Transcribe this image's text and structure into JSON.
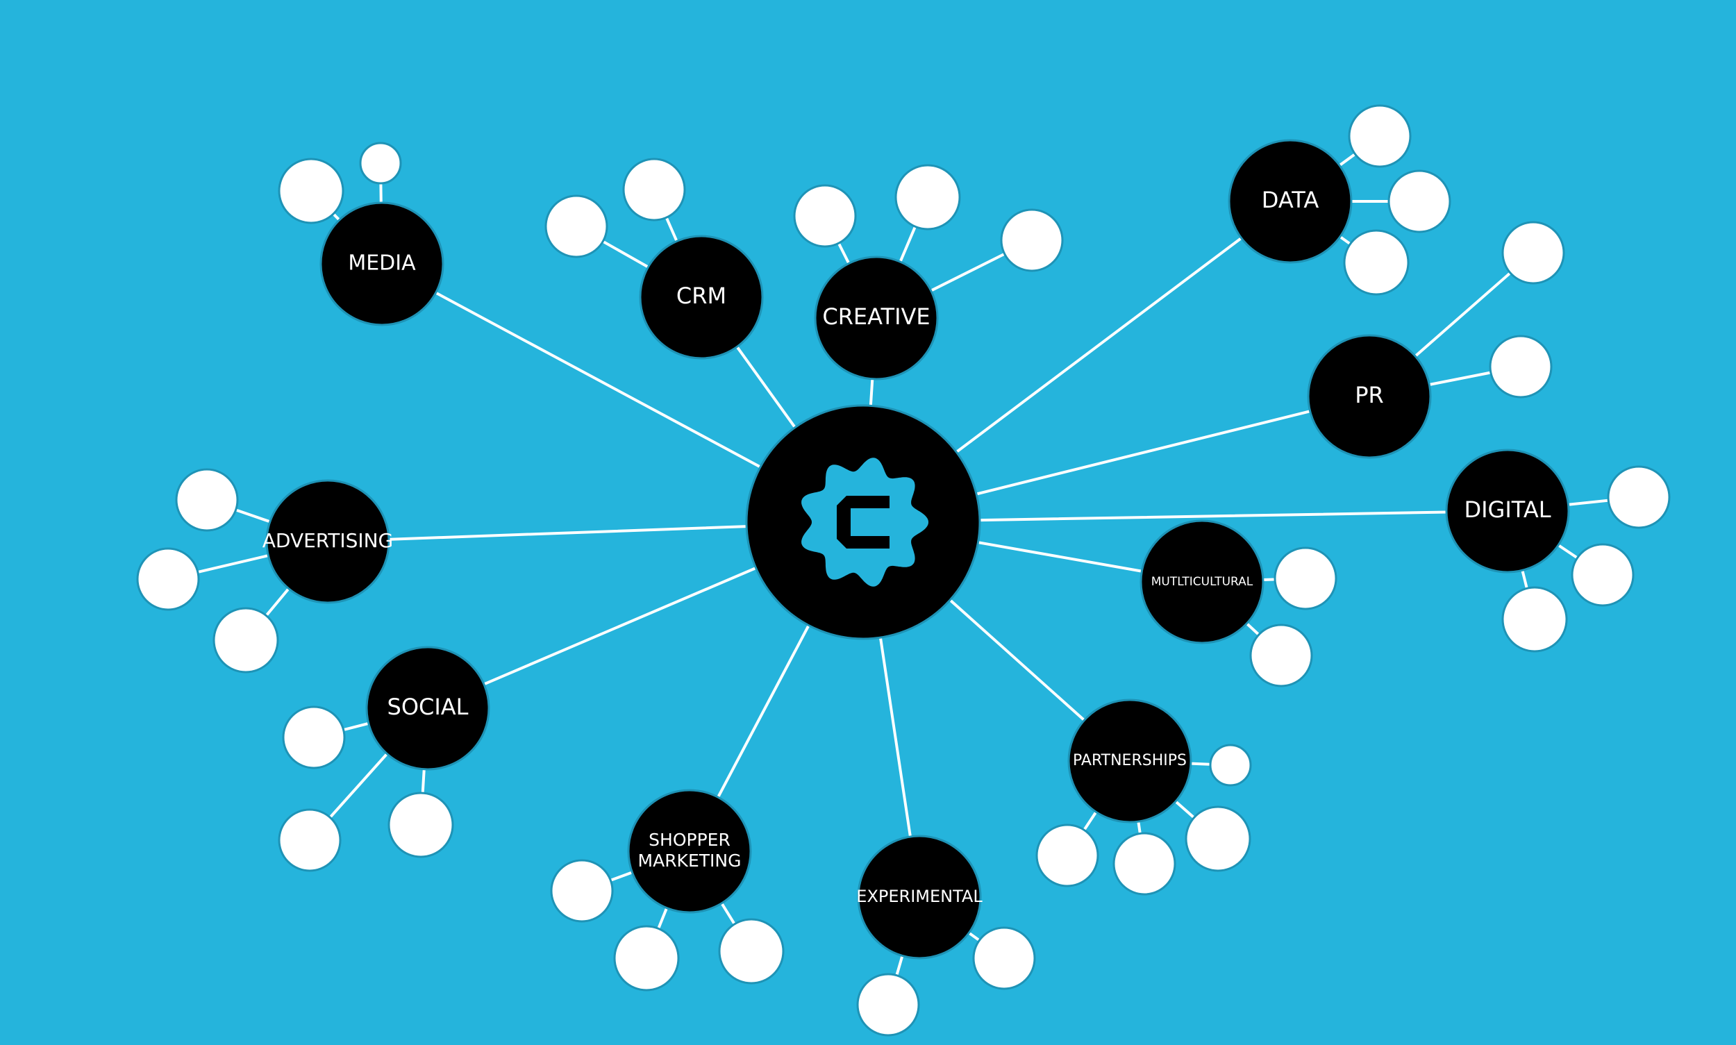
{
  "diagram": {
    "center": {
      "icon": "c-badge-logo-icon"
    },
    "hubs": [
      {
        "id": "media",
        "label": "MEDIA",
        "leaf_count": 2
      },
      {
        "id": "crm",
        "label": "CRM",
        "leaf_count": 2
      },
      {
        "id": "creative",
        "label": "CREATIVE",
        "leaf_count": 3
      },
      {
        "id": "data",
        "label": "DATA",
        "leaf_count": 3
      },
      {
        "id": "pr",
        "label": "PR",
        "leaf_count": 2
      },
      {
        "id": "digital",
        "label": "DIGITAL",
        "leaf_count": 3
      },
      {
        "id": "multicultural",
        "label": "MUTLTICULTURAL",
        "leaf_count": 2
      },
      {
        "id": "partnerships",
        "label": "PARTNERSHIPS",
        "leaf_count": 4
      },
      {
        "id": "experimental",
        "label": "EXPERIMENTAL",
        "leaf_count": 2
      },
      {
        "id": "shopper-marketing",
        "label": "SHOPPER\nMARKETING",
        "leaf_count": 3
      },
      {
        "id": "social",
        "label": "SOCIAL",
        "leaf_count": 3
      },
      {
        "id": "advertising",
        "label": "ADVERTISING",
        "leaf_count": 3
      }
    ]
  },
  "colors": {
    "background": "#25b4dc",
    "hub_fill": "#000000",
    "leaf_fill": "#ffffff",
    "line": "#ffffff",
    "logo": "#25b4dc"
  }
}
